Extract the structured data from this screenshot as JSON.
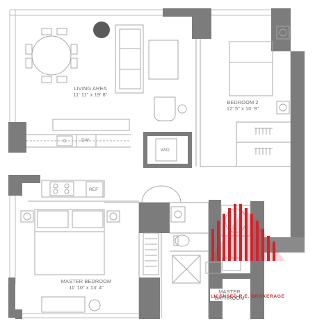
{
  "rooms": {
    "living": {
      "name": "LIVING AREA",
      "dims": "11' 11\" x 19' 8\""
    },
    "bedroom2": {
      "name": "BEDROOM 2",
      "dims": "12' 5\" x 10' 9\""
    },
    "master": {
      "name": "MASTER BEDROOM",
      "dims": "11' 10\" x 13' 4\""
    },
    "master_bath": {
      "name_line1": "MASTER",
      "name_line2": "BATHROOM"
    }
  },
  "appliances": {
    "dishwasher": "DW",
    "washer_dryer": "W/D",
    "refrigerator": "REF"
  },
  "watermark": {
    "text": "LICENSED R.E. BROKERAGE",
    "color": "#d2232a"
  },
  "colors": {
    "wall": "#7c7c7c",
    "line": "#b4b4b4",
    "furniture_line": "#a8a8a8"
  }
}
